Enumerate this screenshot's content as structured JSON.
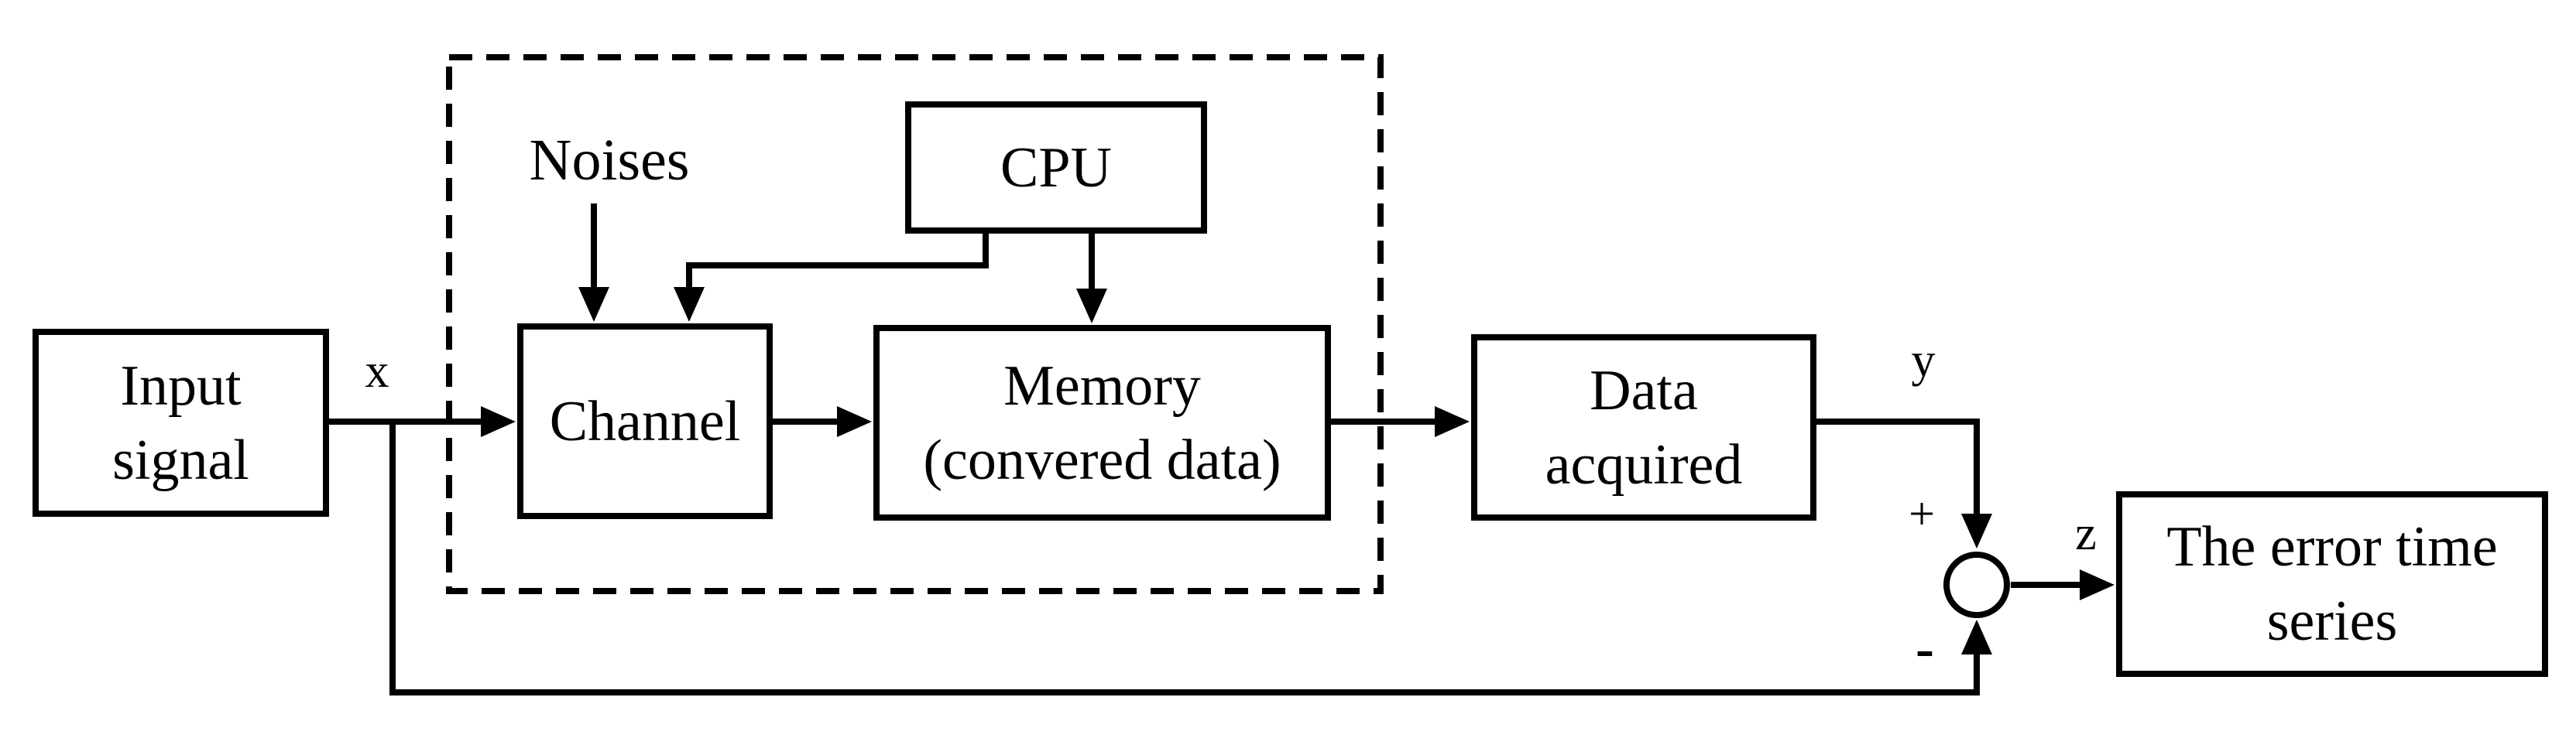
{
  "page": {
    "background_color": "#ffffff",
    "ink_color": "#000000",
    "description_type": "block-diagram"
  },
  "boxes": {
    "input_signal": {
      "lines": [
        "Input",
        "signal"
      ]
    },
    "channel": {
      "lines": [
        "Channel"
      ]
    },
    "memory": {
      "lines": [
        "Memory",
        "(convered data)"
      ]
    },
    "cpu": {
      "lines": [
        "CPU"
      ]
    },
    "data_acquired": {
      "lines": [
        "Data",
        "acquired"
      ]
    },
    "error_time_series": {
      "lines": [
        "The error time",
        "series"
      ]
    }
  },
  "labels": {
    "noises": "Noises",
    "signal_x": "x",
    "signal_y": "y",
    "signal_z": "z",
    "plus": "+",
    "minus": "-"
  }
}
